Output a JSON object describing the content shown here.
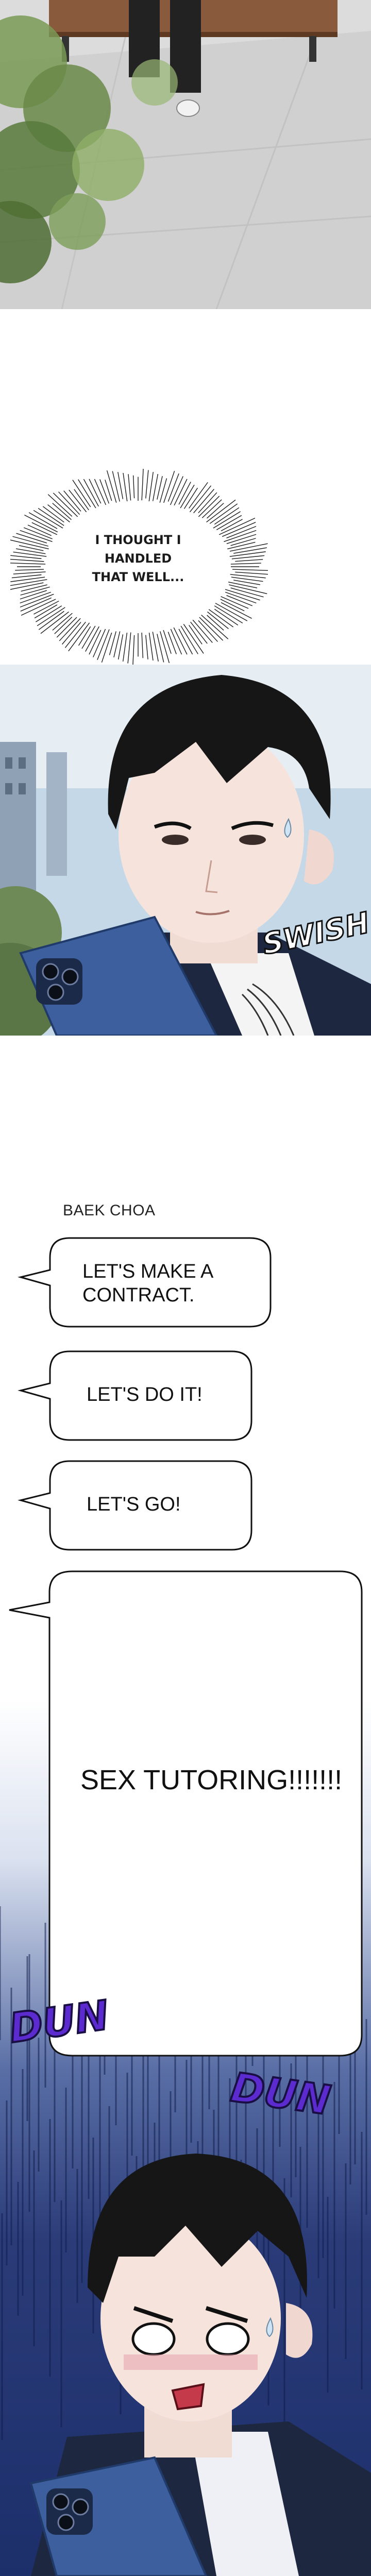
{
  "panel1": {
    "thought": "I THOUGHT I HANDLED THAT WELL..."
  },
  "panel2": {
    "sfx": "SWISH"
  },
  "chat": {
    "sender": "BAEK CHOA",
    "messages": [
      "LET'S MAKE A CONTRACT.",
      "LET'S DO IT!",
      "LET'S GO!",
      "SEX TUTORING!!!!!!!"
    ]
  },
  "panel3": {
    "sfx_left": "DUN",
    "sfx_right": "DUN"
  },
  "colors": {
    "sfx_purple": "#5b2bd0",
    "sfx_dark": "#1a0f45",
    "bubble_border": "#111111",
    "gradient_top": "#ffffff",
    "gradient_bottom": "#1c2f6b"
  }
}
